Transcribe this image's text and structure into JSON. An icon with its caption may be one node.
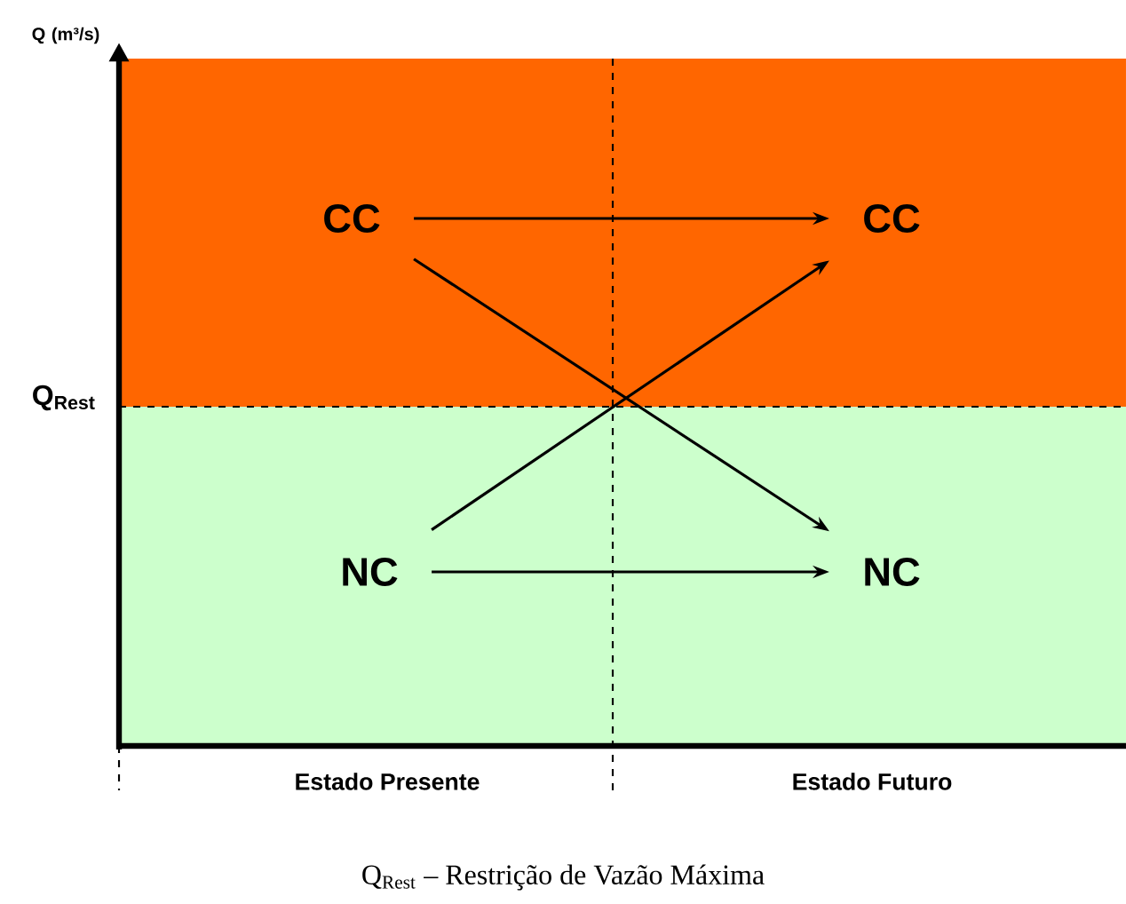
{
  "diagram": {
    "caption": "Q$_{Rest}$ – Restrição de Vazão Máxima",
    "nodes": [
      {
        "text": [
          "CC"
        ]
      },
      {
        "text": [
          "CC"
        ]
      },
      {
        "text": [
          "NC"
        ]
      },
      {
        "text": [
          "NC"
        ]
      }
    ],
    "edges": [
      {
        "from": 0,
        "to": 1,
        "arrow": "to"
      },
      {
        "from": 0,
        "to": 3,
        "arrow": "to"
      },
      {
        "from": 2,
        "to": 1,
        "arrow": "to"
      },
      {
        "from": 2,
        "to": 3,
        "arrow": "to"
      }
    ],
    "labels": [
      "Q (m³/s)",
      "Q$_{Rest}$",
      "Estado Presente",
      "Estado Futuro"
    ]
  }
}
